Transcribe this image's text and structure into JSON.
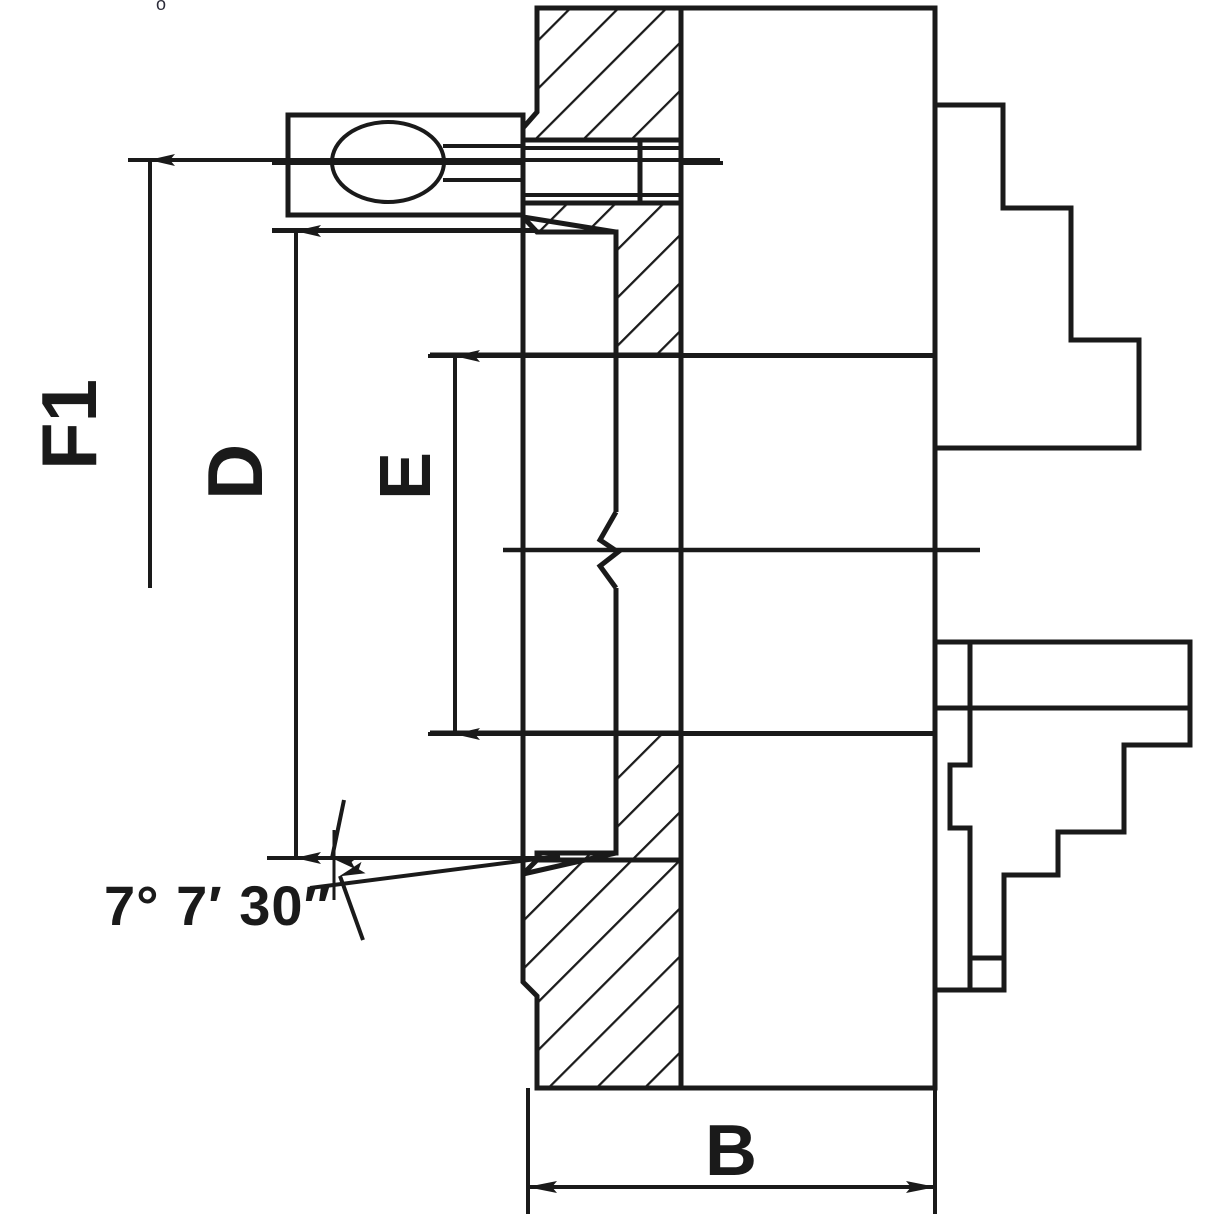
{
  "drawing": {
    "type": "technical-section-drawing",
    "subject": "lathe-chuck-cross-section",
    "line_color": "#1a1a1a",
    "fill_color": "#ffffff",
    "background": "#ffffff"
  },
  "dimensions": {
    "f1": {
      "label": "F1",
      "orientation": "vertical",
      "rotated": "-90deg"
    },
    "d": {
      "label": "D",
      "orientation": "vertical",
      "rotated": "-90deg"
    },
    "e": {
      "label": "E",
      "orientation": "vertical",
      "rotated": "-90deg"
    },
    "b": {
      "label": "B",
      "orientation": "horizontal"
    },
    "angle": {
      "label": "7° 7′ 30″",
      "degrees": 7,
      "minutes": 7,
      "seconds": 30
    }
  },
  "annotations": {
    "corner_mark": "o"
  },
  "chart_data": {
    "type": "table",
    "title": "",
    "categories": [
      "F1",
      "D",
      "E",
      "B",
      "7° 7′ 30″"
    ],
    "values": [],
    "xlabel": "",
    "ylabel": ""
  }
}
